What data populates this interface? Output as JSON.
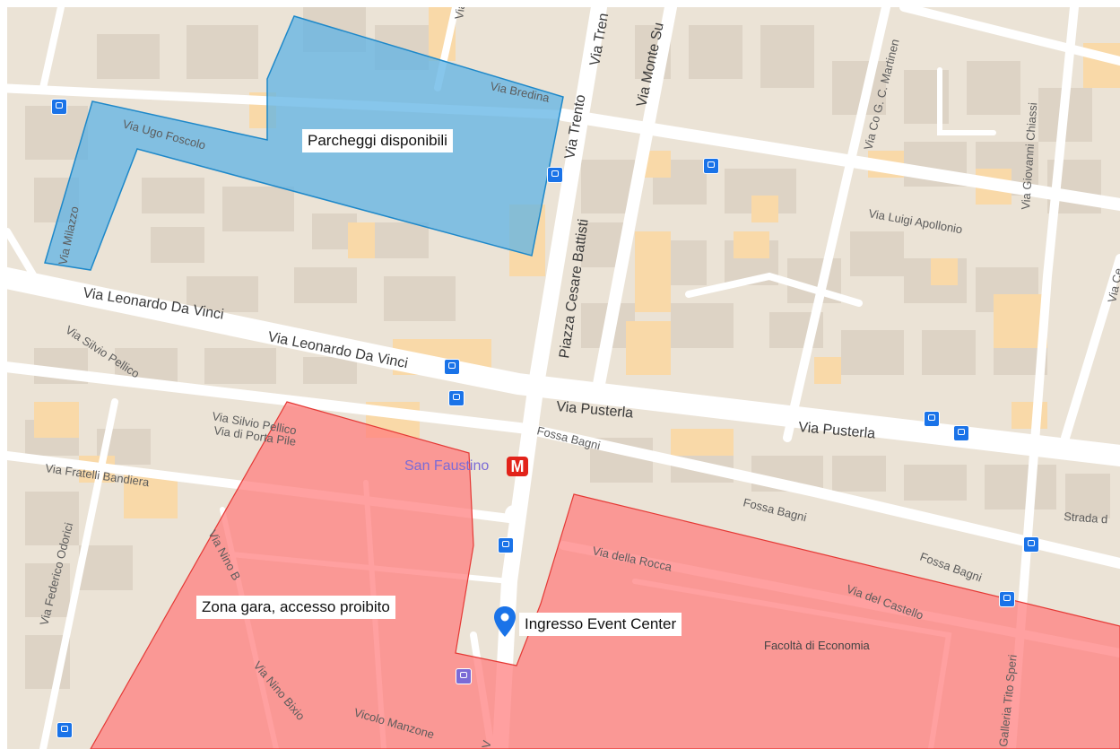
{
  "map": {
    "colors": {
      "background": "#ebe3d6",
      "road": "#ffffff",
      "building": "#ddd3c5",
      "building_highlight": "#f9d9a8",
      "parking_zone": "#5fb3e4",
      "restricted_zone": "#ff7b7b"
    },
    "zones": {
      "parking_label": "Parcheggi disponibili",
      "restricted_label": "Zona gara, accesso proibito"
    },
    "marker": {
      "label": "Ingresso Event Center",
      "icon": "map-pin-icon",
      "color": "#1a73e8"
    },
    "metro": {
      "station_name": "San Faustino",
      "icon_letter": "M",
      "color": "#e2231a"
    },
    "poi": {
      "university": "Facoltà di Economia"
    },
    "streets": {
      "via_ugo_foscolo": "Via Ugo Foscolo",
      "via_milazzo": "Via Milazzo",
      "via_bredina": "Via Bredina",
      "via_trento_1": "Via Trento",
      "via_trento_2": "Via Tren",
      "via_monte_suello": "Via Monte Su",
      "via_co_martinengo": "Via Co G. C. Martinen",
      "via_giovanni_chiassi": "Via Giovanni Chiassi",
      "via_luigi_apollonio": "Via Luigi Apollonio",
      "piazza_cesare_battisti": "Piazza Cesare Battisti",
      "via_leonardo_1": "Via Leonardo Da Vinci",
      "via_leonardo_2": "Via Leonardo Da Vinci",
      "via_silvio_pellico_1": "Via Silvio Pellico",
      "via_silvio_pellico_2": "Via Silvio Pellico",
      "via_di_porta_pile": "Via di Porta Pile",
      "via_pusterla_1": "Via Pusterla",
      "via_pusterla_2": "Via Pusterla",
      "fossa_bagni_1": "Fossa Bagni",
      "fossa_bagni_2": "Fossa Bagni",
      "fossa_bagni_3": "Fossa Bagni",
      "via_fratelli_bandiera": "Via Fratelli Bandiera",
      "via_federico_odorici": "Via Federico Odorici",
      "via_nino_bixio_1": "Via Nino B",
      "via_nino_bixio_2": "Via Nino Bixio",
      "via_della_rocca": "Via della Rocca",
      "via_del_castello": "Via del Castello",
      "galleria_tito_speri": "Galleria Tito Speri",
      "vicolo_manzone": "Vicolo Manzone",
      "strada": "Strada d",
      "via_top": "Via",
      "via_ce": "Via Ce",
      "via_v": "V"
    }
  }
}
